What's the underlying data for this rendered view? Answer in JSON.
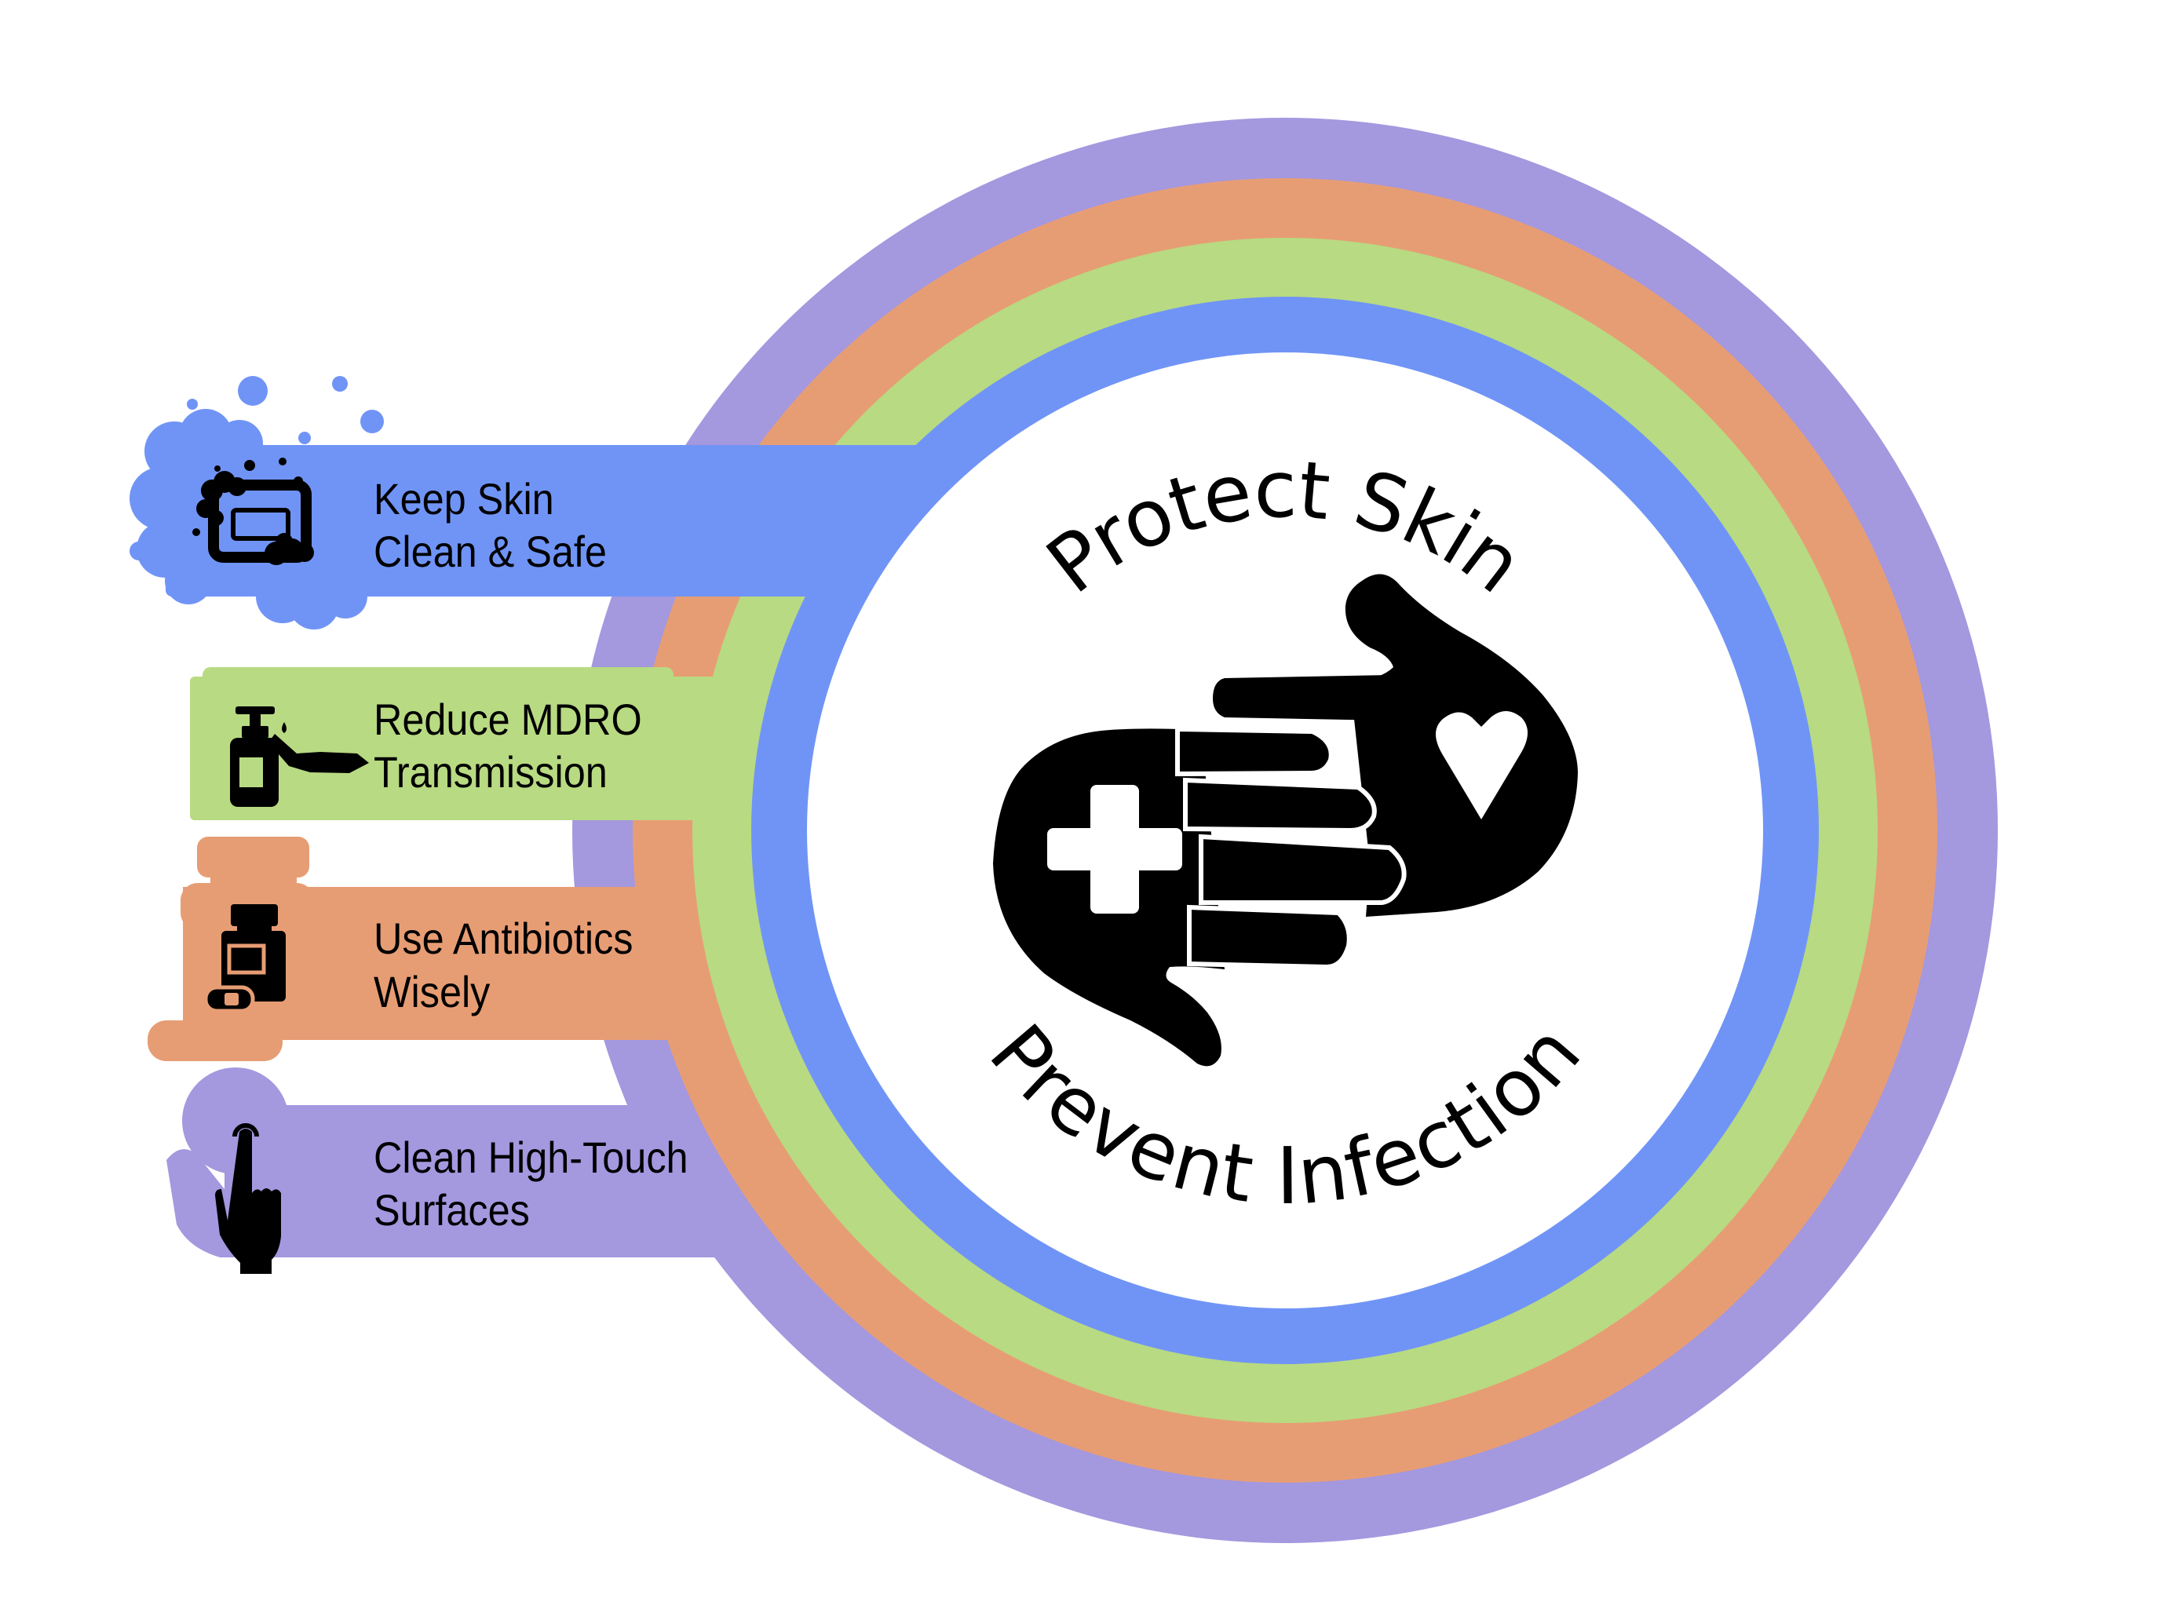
{
  "colors": {
    "blue": "#7094F6",
    "green": "#B8DA82",
    "orange": "#E79D74",
    "purple": "#A498DF",
    "ink": "#000000",
    "paper": "#FFFFFF"
  },
  "center": {
    "top_text": "Protect Skin",
    "bottom_text": "Prevent Infection",
    "icon": "hands-with-cross-and-heart-icon"
  },
  "steps": [
    {
      "id": "skin",
      "color": "blue",
      "icon": "soap-bar-icon",
      "line1": "Keep Skin",
      "line2": "Clean & Safe"
    },
    {
      "id": "mdro",
      "color": "green",
      "icon": "hand-sanitizer-pump-icon",
      "line1": "Reduce MDRO",
      "line2": "Transmission"
    },
    {
      "id": "antibiotics",
      "color": "orange",
      "icon": "pill-bottle-icon",
      "line1": "Use Antibiotics",
      "line2": "Wisely"
    },
    {
      "id": "surfaces",
      "color": "purple",
      "icon": "touch-finger-icon",
      "line1": "Clean High-Touch",
      "line2": "Surfaces"
    }
  ]
}
